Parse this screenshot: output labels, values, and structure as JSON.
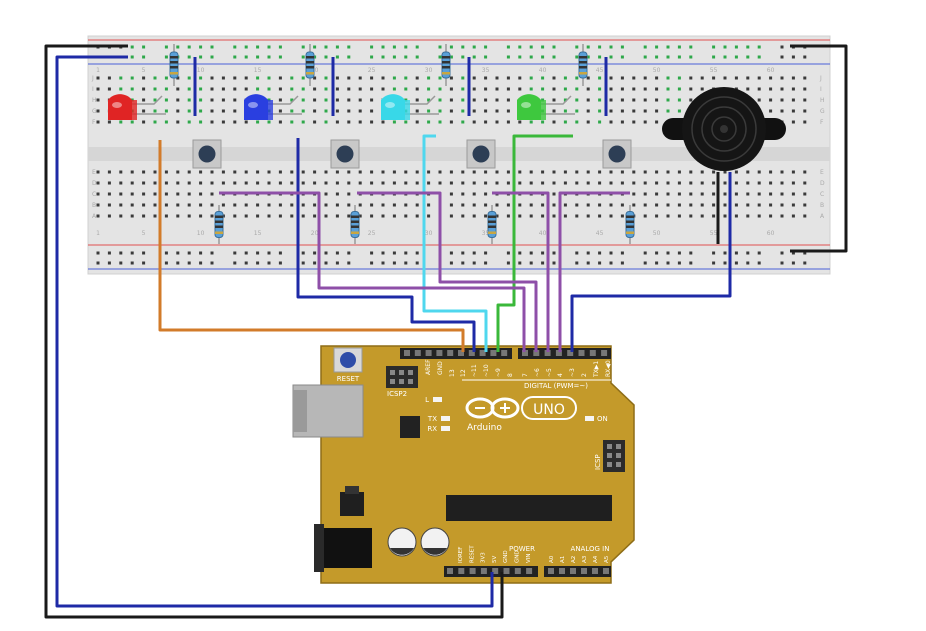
{
  "breadboard": {
    "column_numbers": [
      "1",
      "5",
      "10",
      "15",
      "20",
      "25",
      "30",
      "35",
      "40",
      "45",
      "50",
      "55",
      "60"
    ],
    "row_letters_top": [
      "J",
      "I",
      "H",
      "G",
      "F"
    ],
    "row_letters_bottom": [
      "E",
      "D",
      "C",
      "B",
      "A"
    ]
  },
  "components": {
    "leds": [
      {
        "name": "red-led",
        "color": "#e02424"
      },
      {
        "name": "blue-led",
        "color": "#2a3fe0"
      },
      {
        "name": "cyan-led",
        "color": "#38d8e8"
      },
      {
        "name": "green-led",
        "color": "#3ec83e"
      }
    ],
    "buttons": 4,
    "buzzer": "piezo-buzzer"
  },
  "arduino": {
    "logo_text": "UNO",
    "brand": "Arduino",
    "reset_label": "RESET",
    "icsp2_label": "ICSP2",
    "icsp_label": "ICSP",
    "l_label": "L",
    "tx_label": "TX",
    "rx_label": "RX",
    "on_label": "ON",
    "digital_label": "DIGITAL (PWM=~)",
    "power_label": "POWER",
    "analog_label": "ANALOG IN",
    "aref_label": "AREF",
    "gnd_label": "GND",
    "top_pins": [
      "13",
      "12",
      "~11",
      "~10",
      "~9",
      "8",
      "7",
      "~6",
      "~5",
      "4",
      "~3",
      "2",
      "TX▶1",
      "RX◀0"
    ],
    "power_pins": [
      "IOREF",
      "RESET",
      "3V3",
      "5V",
      "GND",
      "GND",
      "VIN"
    ],
    "analog_pins": [
      "A0",
      "A1",
      "A2",
      "A3",
      "A4",
      "A5"
    ]
  },
  "wire_colors": {
    "black": "#1a1a1a",
    "darkblue": "#1e2aa6",
    "orange": "#d27b2a",
    "purple": "#8e4fa8",
    "cyan": "#4fd7ee",
    "green": "#3ab83a",
    "board": "#c49a2a"
  }
}
